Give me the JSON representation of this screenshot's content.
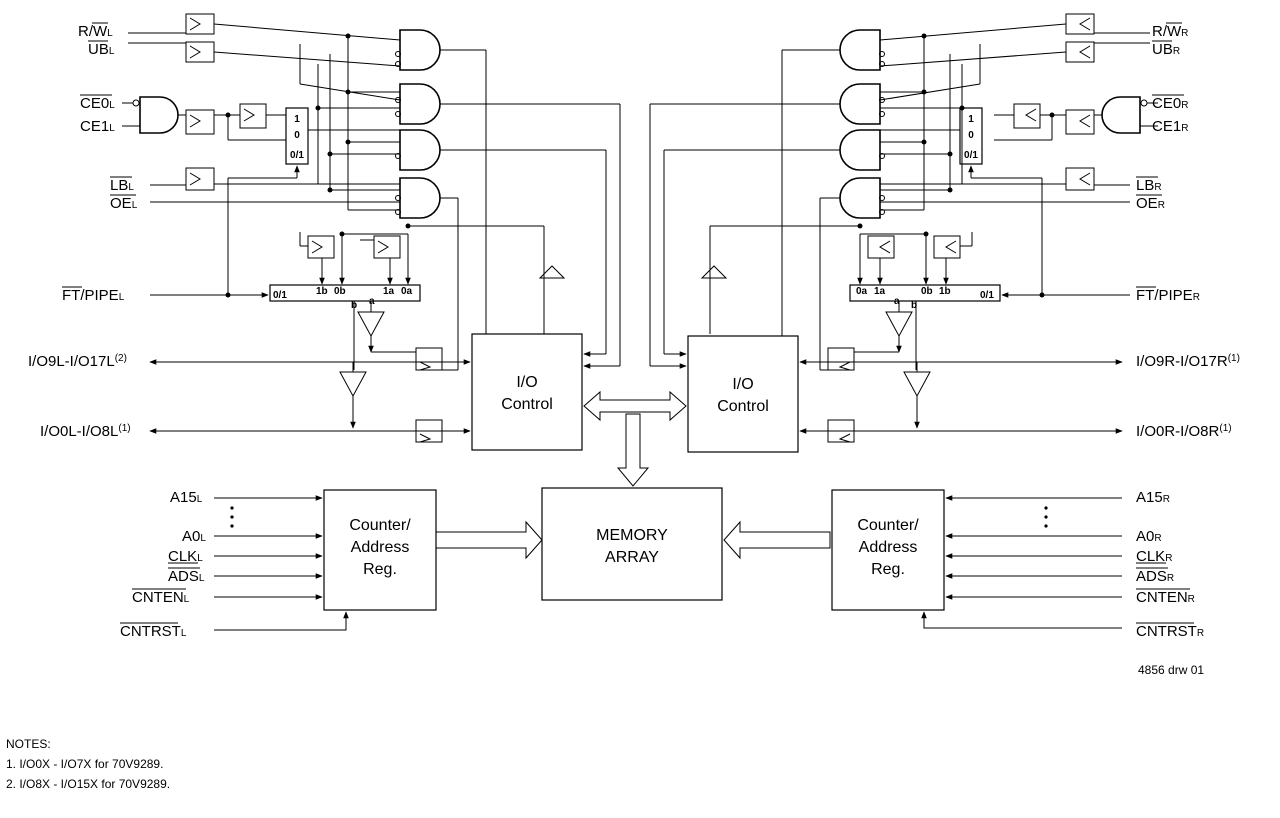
{
  "left_signals": {
    "rw": {
      "main": "R/W",
      "sub": "L"
    },
    "ub": {
      "main": "UB",
      "sub": "L"
    },
    "ce0": {
      "main": "CE0",
      "sub": "L"
    },
    "ce1": {
      "main": "CE1",
      "sub": "L"
    },
    "lb": {
      "main": "LB",
      "sub": "L"
    },
    "oe": {
      "main": "OE",
      "sub": "L"
    },
    "ftpipe": {
      "main": "FT/PIPE",
      "sub": "L"
    },
    "io_high": {
      "main": "I/O9L-I/O17L",
      "sup": "(2)"
    },
    "io_low": {
      "main": "I/O0L-I/O8L",
      "sup": "(1)"
    },
    "a15": {
      "main": "A15",
      "sub": "L"
    },
    "a0": {
      "main": "A0",
      "sub": "L"
    },
    "clk": {
      "main": "CLK",
      "sub": "L"
    },
    "ads": {
      "main": "ADS",
      "sub": "L"
    },
    "cnten": {
      "main": "CNTEN",
      "sub": "L"
    },
    "cntrst": {
      "main": "CNTRST",
      "sub": "L"
    }
  },
  "right_signals": {
    "rw": {
      "main": "R/W",
      "sub": "R"
    },
    "ub": {
      "main": "UB",
      "sub": "R"
    },
    "ce0": {
      "main": "CE0",
      "sub": "R"
    },
    "ce1": {
      "main": "CE1",
      "sub": "R"
    },
    "lb": {
      "main": "LB",
      "sub": "R"
    },
    "oe": {
      "main": "OE",
      "sub": "R"
    },
    "ftpipe": {
      "main": "FT/PIPE",
      "sub": "R"
    },
    "io_high": {
      "main": "I/O9R-I/O17R",
      "sup": "(1)"
    },
    "io_low": {
      "main": "I/O0R-I/O8R",
      "sup": "(1)"
    },
    "a15": {
      "main": "A15",
      "sub": "R"
    },
    "a0": {
      "main": "A0",
      "sub": "R"
    },
    "clk": {
      "main": "CLK",
      "sub": "R"
    },
    "ads": {
      "main": "ADS",
      "sub": "R"
    },
    "cnten": {
      "main": "CNTEN",
      "sub": "R"
    },
    "cntrst": {
      "main": "CNTRST",
      "sub": "R"
    }
  },
  "blocks": {
    "io_control_line1": "I/O",
    "io_control_line2": "Control",
    "counter_line1": "Counter/",
    "counter_line2": "Address",
    "counter_line3": "Reg.",
    "memory_line1": "MEMORY",
    "memory_line2": "ARRAY"
  },
  "mux_labels": {
    "one": "1",
    "zero": "0",
    "zero_one": "0/1",
    "out_1b": "1b",
    "out_0b": "0b",
    "out_1a": "1a",
    "out_0a": "0a",
    "b": "b",
    "a": "a"
  },
  "drawing_id": "4856 drw 01",
  "notes": {
    "title": "NOTES:",
    "items": [
      "1.   I/O0X - I/O7X for 70V9289.",
      "2.   I/O8X - I/O15X for 70V9289."
    ]
  }
}
